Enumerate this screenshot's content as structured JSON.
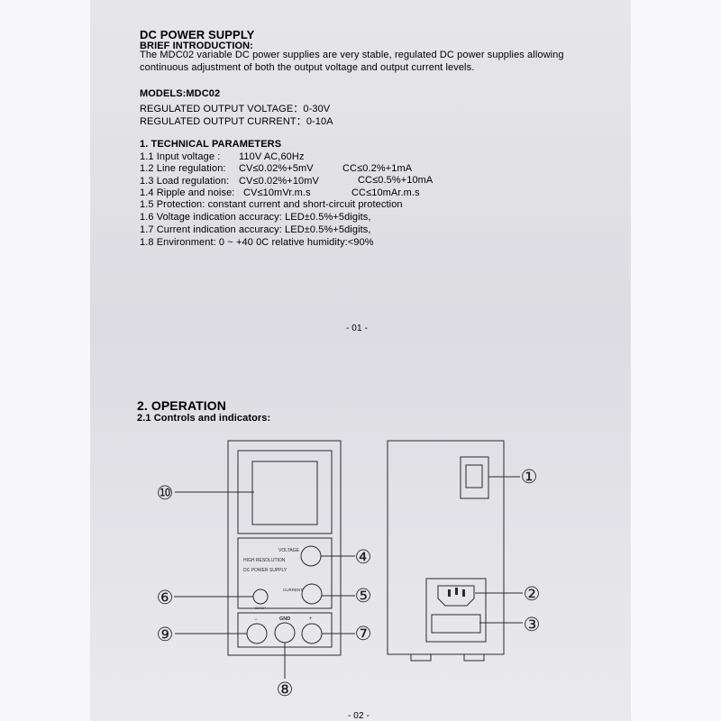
{
  "page1": {
    "title": "DC POWER SUPPLY",
    "brief_heading": "BRIEF INTRODUCTION:",
    "intro_line1": "The  MDC02 variable DC power supplies are very stable, regulated DC power supplies allowing",
    "intro_line2": "continuous adjustment of both the output voltage and output current levels.",
    "models_heading": "MODELS:MDC02",
    "reg_voltage": "REGULATED  OUTPUT VOLTAGE：0-30V",
    "reg_current": "REGULATED  OUTPUT CURRENT：0-10A",
    "tech_heading": "1. TECHNICAL PARAMETERS",
    "params": [
      {
        "label": "1.1 Input voltage :",
        "cv": "110V AC,60Hz",
        "cc": ""
      },
      {
        "label": "1.2 Line regulation:",
        "cv": "CV≤0.02%+5mV",
        "cc": "CC≤0.2%+1mA"
      },
      {
        "label": "1.3 Load regulation:",
        "cv": "CV≤0.02%+10mV",
        "cc": "CC≤0.5%+10mA"
      },
      {
        "label": "1.4 Ripple and noise:",
        "cv": "CV≤10mVr.m.s",
        "cc": "CC≤10mAr.m.s"
      },
      {
        "label": "1.5 Protection: constant current and short-circuit protection",
        "cv": "",
        "cc": ""
      },
      {
        "label": "1.6 Voltage indication accuracy:  LED±0.5%+5digits,",
        "cv": "",
        "cc": ""
      },
      {
        "label": "1.7 Current indication accuracy:  LED±0.5%+5digits,",
        "cv": "",
        "cc": ""
      },
      {
        "label": "1.8 Environment: 0 ~ +40 0C  relative humidity:<90%",
        "cv": "",
        "cc": ""
      }
    ],
    "page_number": "- 01 -"
  },
  "page2": {
    "op_heading": "2. OPERATION",
    "controls_heading": "2.1 Controls and indicators:",
    "front_panel": {
      "voltage_label": "VOLTAGE",
      "hires_label": "HIGH RESOLUTION",
      "dcps_label": "DC POWER SUPPLY",
      "current_label": "CURRENT",
      "small_label": "SETUP",
      "minus_label": "−",
      "gnd_label": "GND",
      "plus_label": "+"
    },
    "callouts": [
      "①",
      "②",
      "③",
      "④",
      "⑤",
      "⑥",
      "⑦",
      "⑧",
      "⑨",
      "⑩"
    ],
    "page_number": "- 02 -"
  },
  "colors": {
    "paper": "#e2e2e7",
    "ink": "#1e1e22",
    "line": "#2a2a2e"
  }
}
